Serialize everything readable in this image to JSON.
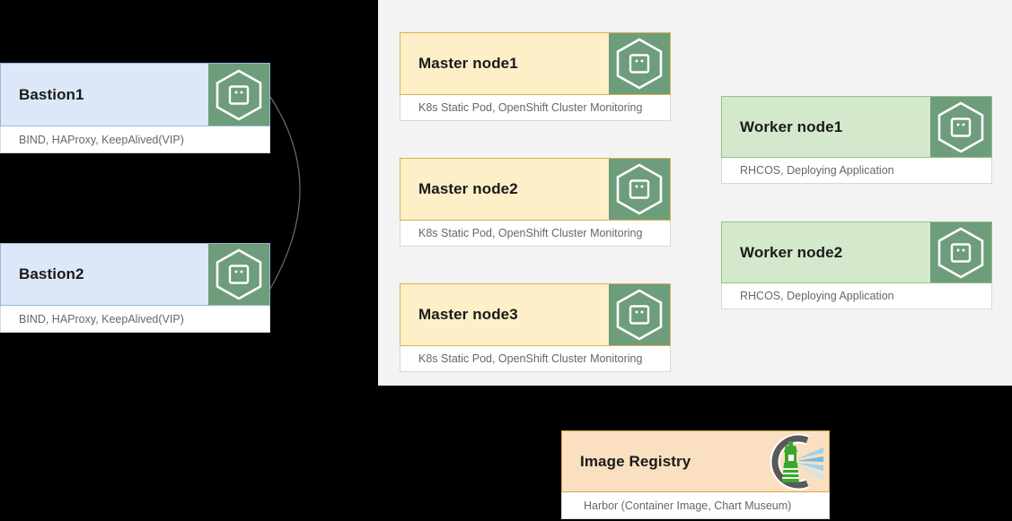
{
  "diagram": {
    "background_color": "#000000",
    "panel_color": "#F3F3F3",
    "icon_panel_color": "#6D9D7B",
    "connector_color": "#6E6E6E"
  },
  "nodes": {
    "bastion1": {
      "title": "Bastion1",
      "subtitle": "BIND, HAProxy, KeepAlived(VIP)",
      "icon": "hexagon-node-icon",
      "accent": "#DCE8F8"
    },
    "bastion2": {
      "title": "Bastion2",
      "subtitle": "BIND, HAProxy, KeepAlived(VIP)",
      "icon": "hexagon-node-icon",
      "accent": "#DCE8F8"
    },
    "master1": {
      "title": "Master node1",
      "subtitle": "K8s Static Pod, OpenShift Cluster Monitoring",
      "icon": "hexagon-node-icon",
      "accent": "#FDEFC8"
    },
    "master2": {
      "title": "Master node2",
      "subtitle": "K8s Static Pod, OpenShift Cluster Monitoring",
      "icon": "hexagon-node-icon",
      "accent": "#FDEFC8"
    },
    "master3": {
      "title": "Master node3",
      "subtitle": "K8s Static Pod, OpenShift Cluster Monitoring",
      "icon": "hexagon-node-icon",
      "accent": "#FDEFC8"
    },
    "worker1": {
      "title": "Worker node1",
      "subtitle": "RHCOS, Deploying Application",
      "icon": "hexagon-node-icon",
      "accent": "#D4E8CC"
    },
    "worker2": {
      "title": "Worker node2",
      "subtitle": "RHCOS, Deploying Application",
      "icon": "hexagon-node-icon",
      "accent": "#D4E8CC"
    },
    "registry": {
      "title": "Image Registry",
      "subtitle": "Harbor (Container Image, Chart Museum)",
      "icon": "harbor-lighthouse-icon",
      "accent": "#FAE0C0"
    }
  }
}
